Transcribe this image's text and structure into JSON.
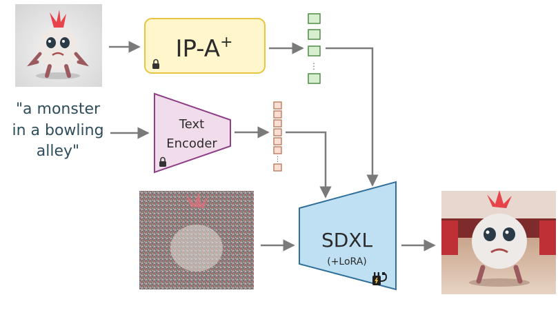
{
  "ip_adapter": {
    "label": "IP-A",
    "superscript": "+"
  },
  "text_encoder": {
    "line1": "Text",
    "line2": "Encoder"
  },
  "prompt": {
    "line1": "\"a monster",
    "line2": "in a bowling",
    "line3": "alley\""
  },
  "sdxl": {
    "label": "SDXL",
    "sublabel": "(+LoRA)"
  },
  "embedding_ellipsis": {
    "text": "⋮"
  },
  "colors": {
    "ip_adapter_fill": "#fff6cc",
    "ip_adapter_stroke": "#e9c440",
    "text_encoder_fill": "#f1dceb",
    "text_encoder_stroke": "#8e3f86",
    "sdxl_fill": "#bfe0f2",
    "sdxl_stroke": "#2f6f99",
    "image_token_fill": "#d7efcf",
    "image_token_stroke": "#4f8a45",
    "text_token_fill": "#f9dfd3",
    "text_token_stroke": "#b77256",
    "arrow": "#7a7a7a",
    "prompt_text": "#2e4d5c"
  },
  "icons": {
    "ip_adapter_lock": "lock-icon",
    "text_encoder_lock": "lock-icon",
    "sdxl_plug": "plug-icon"
  }
}
